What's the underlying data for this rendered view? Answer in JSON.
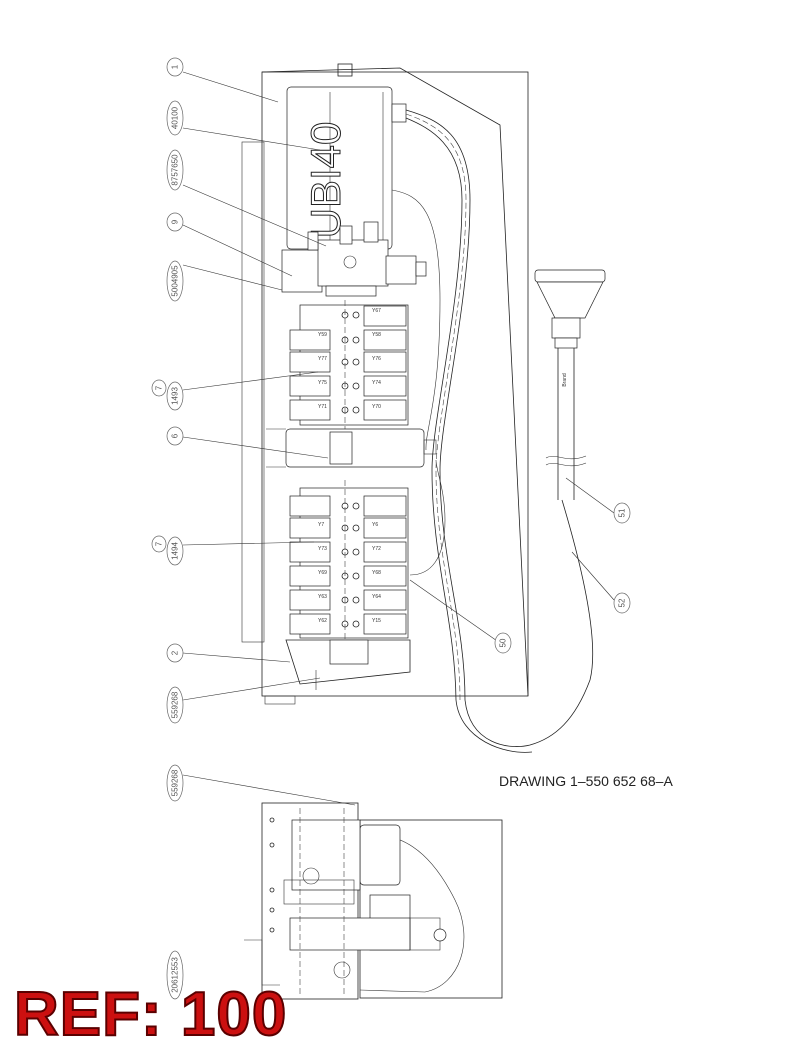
{
  "drawing": {
    "number_label": "DRAWING 1–550 652 68–A",
    "ref_label": "REF: 100",
    "unit_marking": "UBI40",
    "cable_marking": "Brand"
  },
  "callouts": [
    {
      "id": "c1",
      "label": "1"
    },
    {
      "id": "c2",
      "label": "40100"
    },
    {
      "id": "c3",
      "label": "8757650"
    },
    {
      "id": "c4",
      "label": "9"
    },
    {
      "id": "c5",
      "label": "5004905"
    },
    {
      "id": "c6",
      "label": "7"
    },
    {
      "id": "c7",
      "label": "1493"
    },
    {
      "id": "c8",
      "label": "6"
    },
    {
      "id": "c9",
      "label": "7"
    },
    {
      "id": "c10",
      "label": "1494"
    },
    {
      "id": "c11",
      "label": "2"
    },
    {
      "id": "c12",
      "label": "559268"
    },
    {
      "id": "c13",
      "label": "51"
    },
    {
      "id": "c14",
      "label": "52"
    },
    {
      "id": "c15",
      "label": "50"
    },
    {
      "id": "c16",
      "label": "559268"
    },
    {
      "id": "c17",
      "label": "20612553"
    }
  ],
  "valve_labels_upper": [
    "Y67",
    "Y59",
    "Y58",
    "Y77",
    "Y76",
    "Y75",
    "Y74",
    "Y71",
    "Y70"
  ],
  "valve_labels_lower": [
    "Y7",
    "Y6",
    "Y73",
    "Y72",
    "Y69",
    "Y68",
    "Y63",
    "Y64",
    "Y62",
    "Y15"
  ]
}
